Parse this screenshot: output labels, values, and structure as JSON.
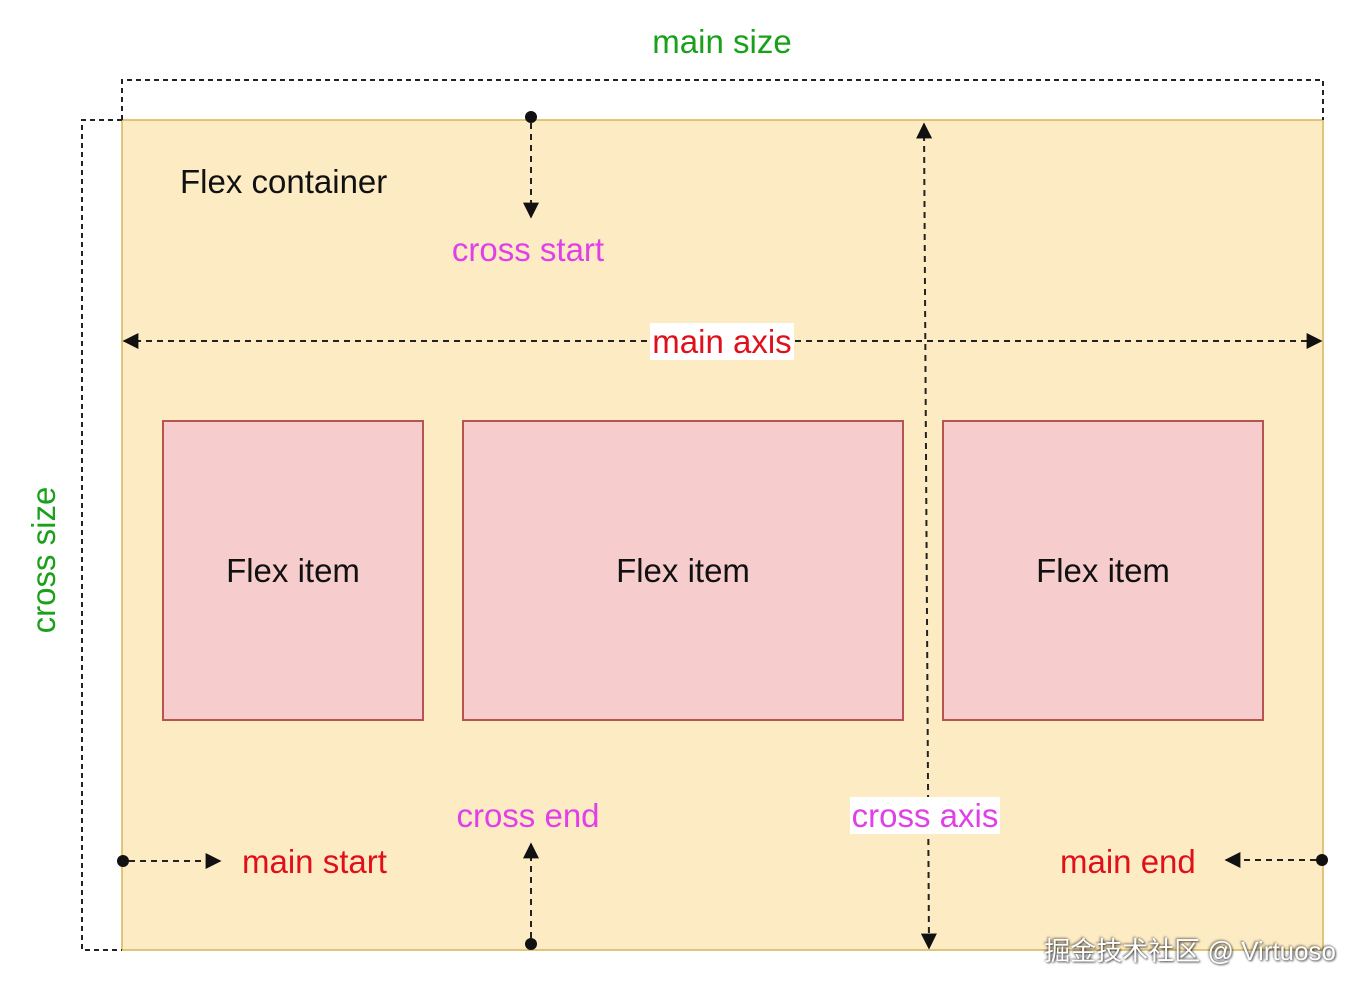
{
  "colors": {
    "container_fill": "#fdebc4",
    "container_border": "#d6b656",
    "item_fill": "#f6cccc",
    "item_border": "#b85450",
    "size_label": "#1aa01a",
    "cross_label": "#e040e8",
    "main_label": "#e0101a",
    "text": "#111111"
  },
  "labels": {
    "main_size": "main size",
    "cross_size": "cross size",
    "flex_container": "Flex container",
    "cross_start": "cross start",
    "main_axis": "main axis",
    "cross_end": "cross end",
    "cross_axis": "cross axis",
    "main_start": "main start",
    "main_end": "main end"
  },
  "items": [
    {
      "label": "Flex item"
    },
    {
      "label": "Flex item"
    },
    {
      "label": "Flex item"
    }
  ],
  "watermark": "掘金技术社区 @ Virtuoso"
}
